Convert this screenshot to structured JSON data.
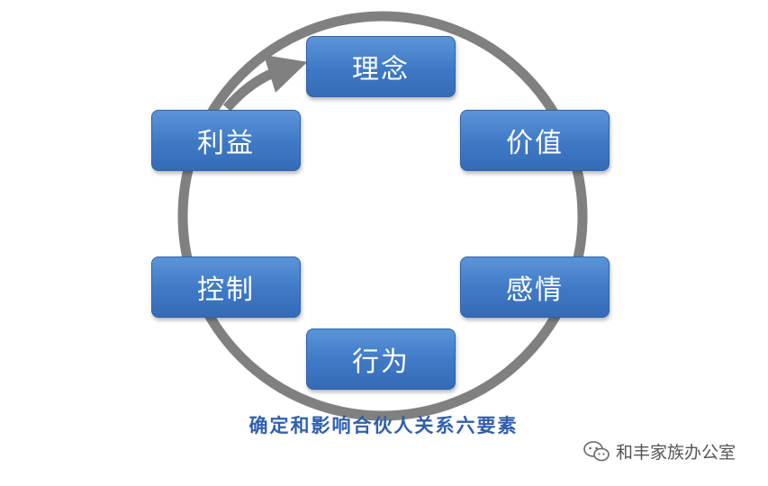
{
  "diagram": {
    "nodes": [
      {
        "id": "idea",
        "label": "理念"
      },
      {
        "id": "value",
        "label": "价值"
      },
      {
        "id": "emotion",
        "label": "感情"
      },
      {
        "id": "behavior",
        "label": "行为"
      },
      {
        "id": "control",
        "label": "控制"
      },
      {
        "id": "interest",
        "label": "利益"
      }
    ],
    "cycle_direction": "clockwise",
    "colors": {
      "node": "#3f79c6",
      "ring": "#808080",
      "caption": "#2f5fae"
    }
  },
  "caption": "确定和影响合伙人关系六要素",
  "watermark": {
    "text": "和丰家族办公室",
    "icon": "wechat-icon"
  }
}
